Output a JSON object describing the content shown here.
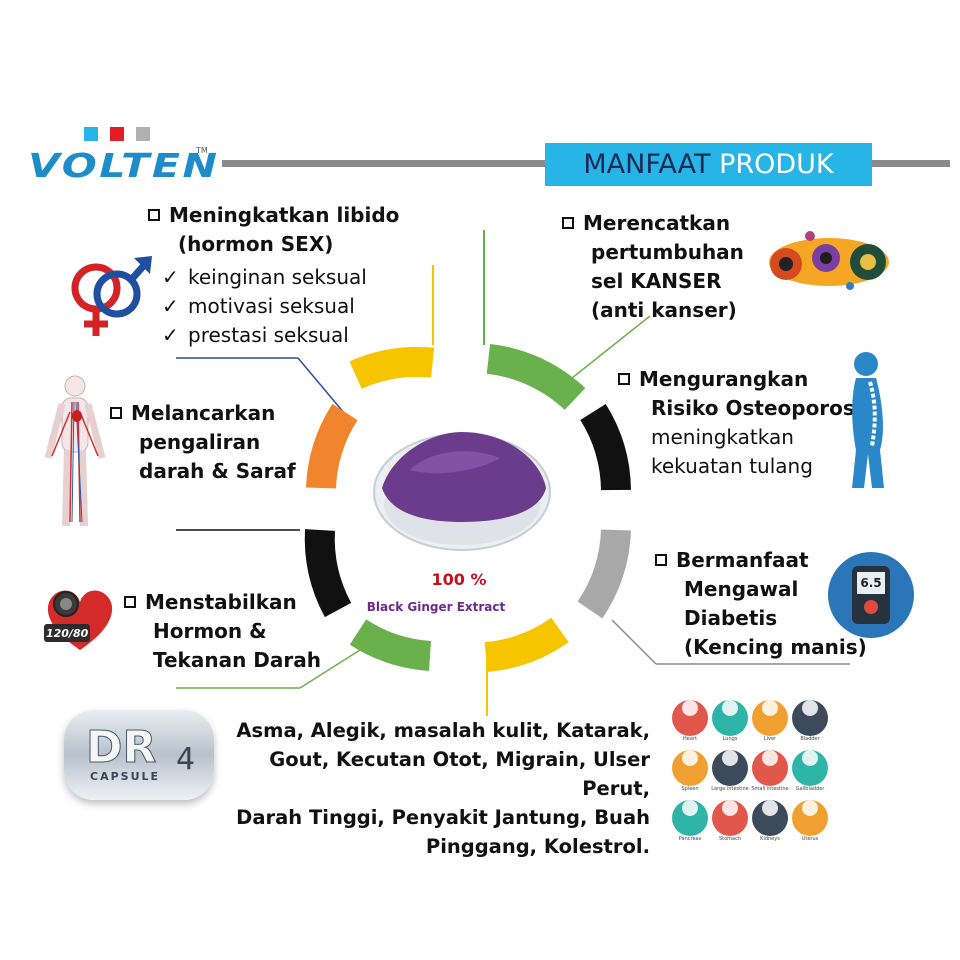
{
  "logo": {
    "brand": "VOLTEN",
    "trademark": "TM"
  },
  "banner": {
    "word1": "MANFAAT",
    "word2": "PRODUK"
  },
  "benefits": {
    "libido": {
      "title1": "Meningkatkan libido",
      "title2": "(hormon SEX)",
      "points": [
        "keinginan seksual",
        "motivasi seksual",
        "prestasi seksual"
      ]
    },
    "blood_flow": {
      "line1": "Melancarkan",
      "line2": "pengaliran",
      "line3": "darah & Saraf"
    },
    "hormone": {
      "line1": "Menstabilkan",
      "line2": "Hormon &",
      "line3": "Tekanan Darah",
      "meter": "120/80"
    },
    "cancer": {
      "line1": "Merencatkan",
      "line2": "pertumbuhan",
      "line3": "sel KANSER",
      "line4": "(anti kanser)"
    },
    "osteo": {
      "line1": "Mengurangkan",
      "line2": "Risiko Osteoporosis",
      "line3": "meningkatkan",
      "line4": "kekuatan tulang"
    },
    "diabetes": {
      "line1": "Bermanfaat",
      "line2": "Mengawal",
      "line3": "Diabetis",
      "line4": "(Kencing manis)",
      "reading": "6.5"
    }
  },
  "center": {
    "percent": "100 %",
    "label": "Black  Ginger  Extract"
  },
  "bottom_text": {
    "line1": "Asma, Alegik, masalah kulit, Katarak,",
    "line2": "Gout, Kecutan Otot, Migrain, Ulser Perut,",
    "line3": "Darah Tinggi, Penyakit Jantung, Buah",
    "line4": "Pinggang, Kolestrol."
  },
  "capsule": {
    "main": "DR",
    "sub": "CAPSULE",
    "num": "4"
  },
  "organs": [
    {
      "label": "Heart",
      "color": "#e2574c"
    },
    {
      "label": "Lungs",
      "color": "#2fb5a8"
    },
    {
      "label": "Liver",
      "color": "#f0a030"
    },
    {
      "label": "Bladder",
      "color": "#3d4a5c"
    },
    {
      "label": "Spleen",
      "color": "#f0a030"
    },
    {
      "label": "Large intestine",
      "color": "#3d4a5c"
    },
    {
      "label": "Small intestine",
      "color": "#e2574c"
    },
    {
      "label": "Gallbladder",
      "color": "#2fb5a8"
    },
    {
      "label": "Pancreas",
      "color": "#2fb5a8"
    },
    {
      "label": "Stomach",
      "color": "#e2574c"
    },
    {
      "label": "Kidneys",
      "color": "#3d4a5c"
    },
    {
      "label": "Uterus",
      "color": "#f0a030"
    }
  ],
  "colors": {
    "accent_blue": "#27b4e6",
    "logo_blue": "#1e8cc8",
    "logo_red": "#e21d23",
    "ring_yellow": "#f7c400",
    "ring_green": "#6ab04c",
    "ring_orange": "#f0852d",
    "ring_black": "#111111",
    "ring_gray": "#a8a8a8",
    "powder_purple": "#6b3b8c"
  }
}
